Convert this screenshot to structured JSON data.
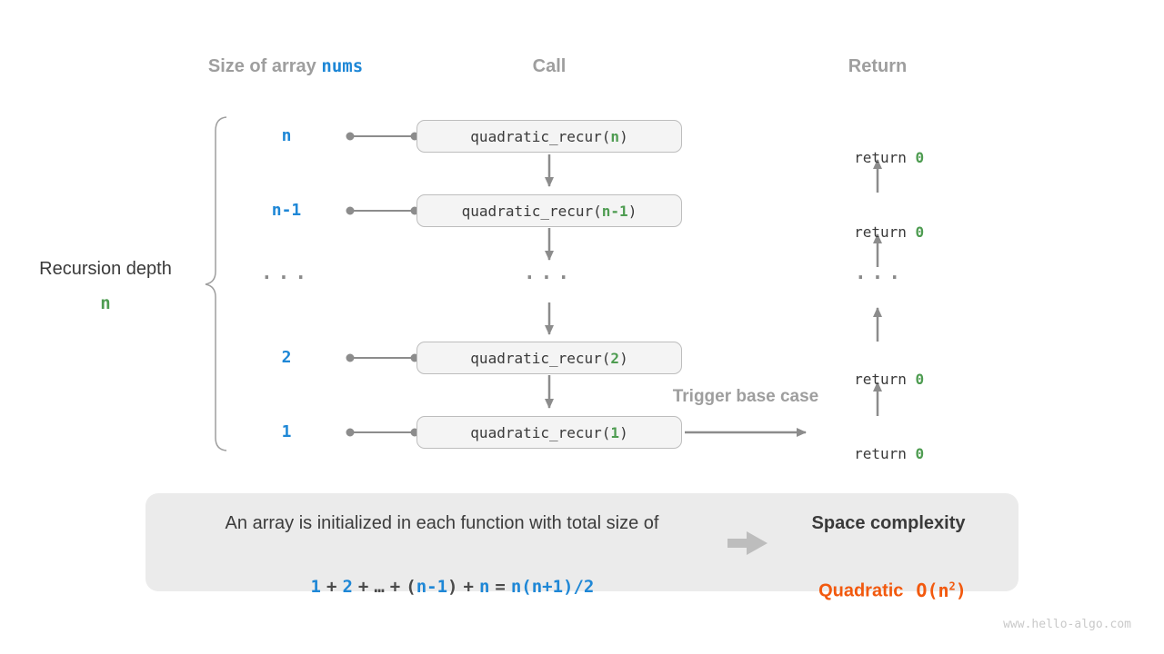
{
  "colors": {
    "blue": "#1e87d6",
    "green": "#4e9c51",
    "orange": "#f2590e",
    "header_gray": "#9e9e9e",
    "dark_text": "#3a3a3a",
    "arrow_gray": "#8c8c8c",
    "box_fill": "#f4f4f4",
    "summary_fill": "#ebebeb"
  },
  "headers": {
    "size_label": "Size of array",
    "size_code": "nums",
    "call": "Call",
    "return": "Return"
  },
  "left_annotation": {
    "label": "Recursion depth",
    "value": "n"
  },
  "rows": [
    {
      "size": "n",
      "call_open": "quadratic_recur(",
      "call_arg": "n",
      "call_close": ")",
      "ret_kw": "return ",
      "ret_val": "0"
    },
    {
      "size": "n-1",
      "call_open": "quadratic_recur(",
      "call_arg": "n-1",
      "call_close": ")",
      "ret_kw": "return ",
      "ret_val": "0"
    },
    {
      "size": "2",
      "call_open": "quadratic_recur(",
      "call_arg": "2",
      "call_close": ")",
      "ret_kw": "return ",
      "ret_val": "0"
    },
    {
      "size": "1",
      "call_open": "quadratic_recur(",
      "call_arg": "1",
      "call_close": ")",
      "ret_kw": "return ",
      "ret_val": "0"
    }
  ],
  "ellipsis": "...",
  "trigger_label": "Trigger base case",
  "summary": {
    "line1": "An array is initialized in each function with total size of",
    "formula": [
      {
        "t": "1"
      },
      {
        "t": "+"
      },
      {
        "t": "2"
      },
      {
        "t": "+"
      },
      {
        "t": "…"
      },
      {
        "t": "+"
      },
      {
        "t": "("
      },
      {
        "t": "n-1"
      },
      {
        "t": ")"
      },
      {
        "t": "+"
      },
      {
        "t": "n"
      },
      {
        "t": "="
      },
      {
        "t": "n(n+1)/2"
      }
    ],
    "space_title": "Space complexity",
    "space_class": "Quadratic",
    "space_value_open": "O(n",
    "space_value_sup": "2",
    "space_value_close": ")"
  },
  "watermark": "www.hello-algo.com"
}
